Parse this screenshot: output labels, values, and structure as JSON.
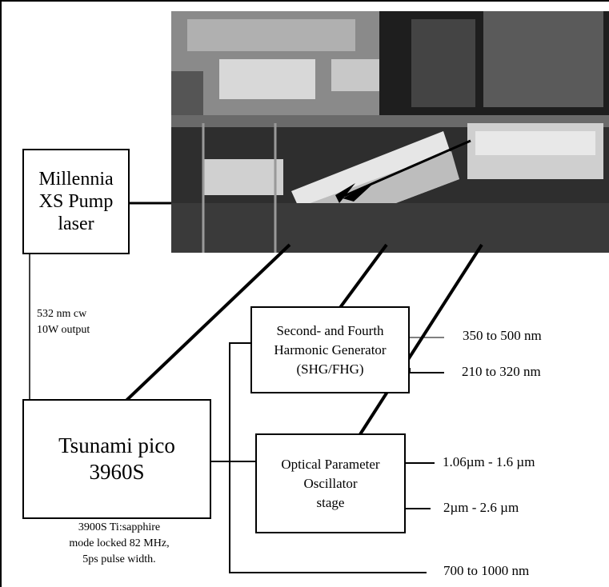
{
  "boxes": {
    "millennia": [
      "Millennia",
      "XS Pump",
      "laser"
    ],
    "tsunami": [
      "Tsunami pico",
      "3960S"
    ],
    "shg": [
      "Second- and Fourth",
      "Harmonic Generator",
      "(SHG/FHG)"
    ],
    "opo": [
      "Optical Parameter",
      "Oscillator",
      "stage"
    ]
  },
  "pump_label": [
    "532 nm cw",
    "10W output"
  ],
  "tsunami_note": [
    "3900S Ti:sapphire",
    "mode locked 82 MHz,",
    "5ps pulse width."
  ],
  "outputs": {
    "shg_1": "350 to 500 nm",
    "shg_2": "210 to 320 nm",
    "opo_1": "1.06µm - 1.6 µm",
    "opo_2": "2µm - 2.6 µm",
    "fundamental": "700 to 1000 nm"
  },
  "photo": {
    "description_icon": "lab-photo"
  }
}
